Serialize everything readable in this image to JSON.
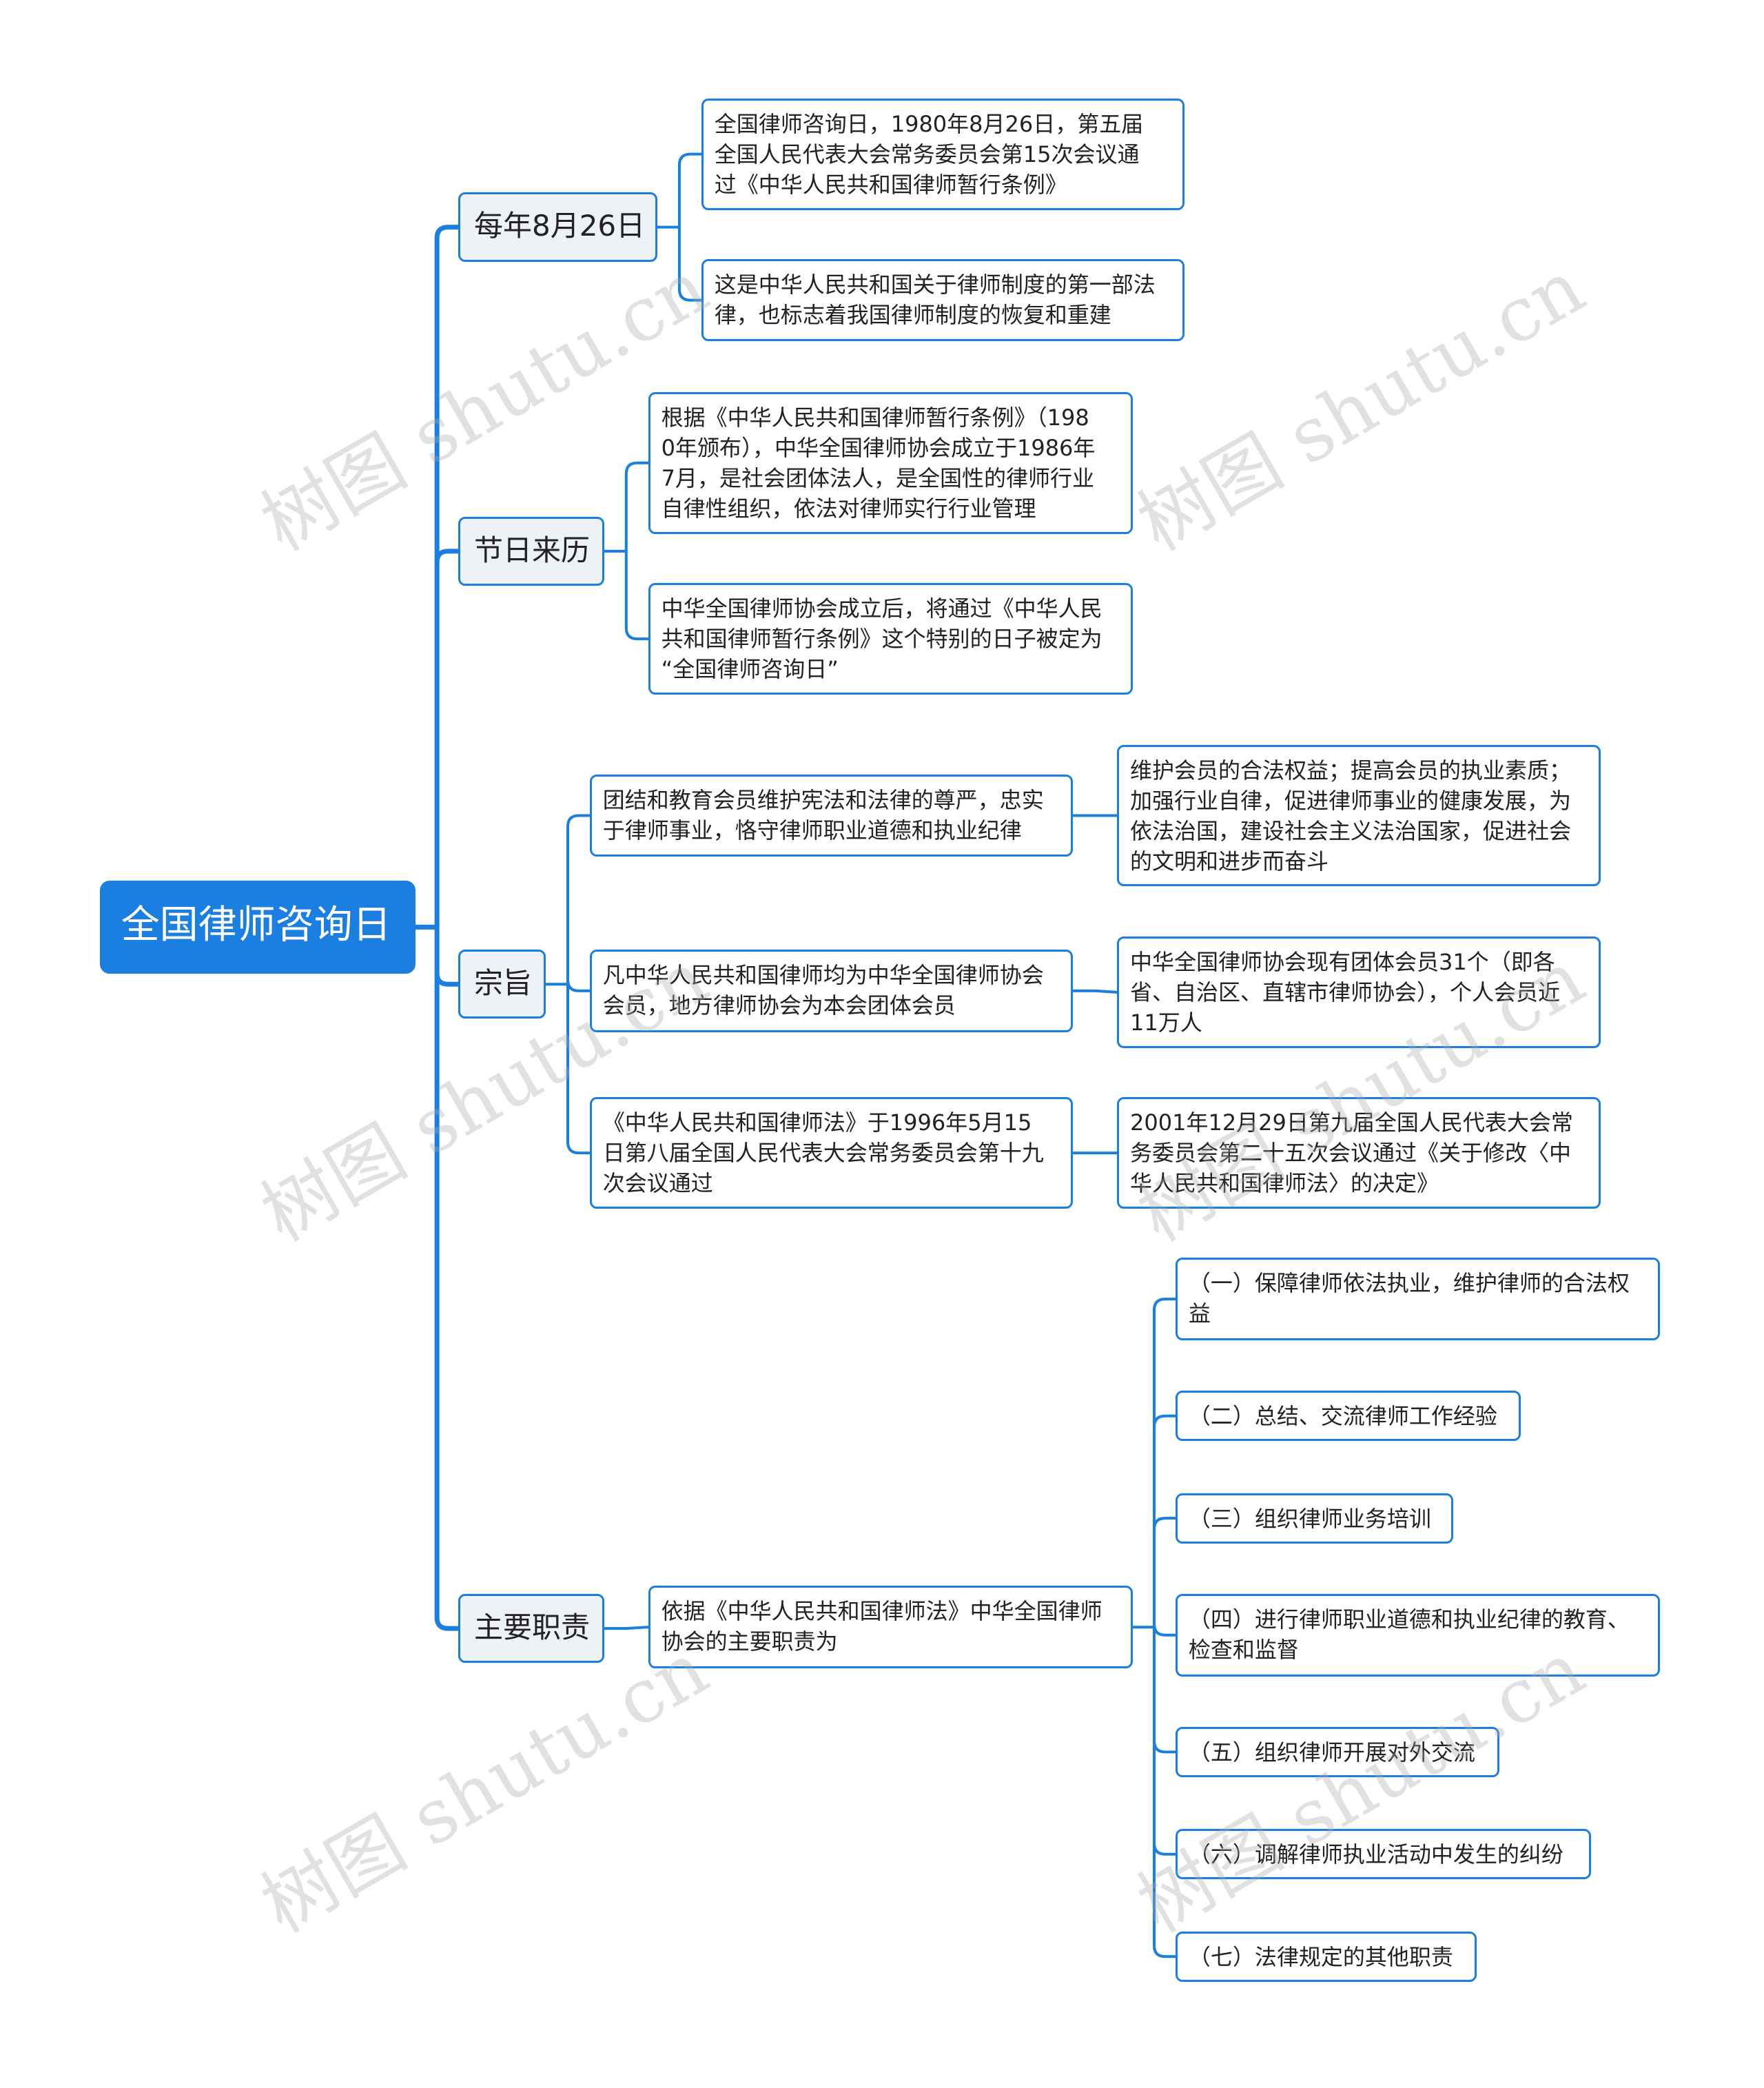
{
  "root": {
    "label": "全国律师咨询日"
  },
  "branches": [
    {
      "label": "每年8月26日",
      "children": [
        {
          "lines": [
            "全国律师咨询日，1980年8月26日，第五届",
            "全国人民代表大会常务委员会第15次会议通",
            "过《中华人民共和国律师暂行条例》"
          ]
        },
        {
          "lines": [
            "这是中华人民共和国关于律师制度的第一部法",
            "律，也标志着我国律师制度的恢复和重建"
          ]
        }
      ]
    },
    {
      "label": "节日来历",
      "children": [
        {
          "lines": [
            "根据《中华人民共和国律师暂行条例》（198",
            "0年颁布），中华全国律师协会成立于1986年",
            "7月，是社会团体法人，是全国性的律师行业",
            "自律性组织，依法对律师实行行业管理"
          ]
        },
        {
          "lines": [
            "中华全国律师协会成立后，将通过《中华人民",
            "共和国律师暂行条例》这个特别的日子被定为",
            "“全国律师咨询日”"
          ]
        }
      ]
    },
    {
      "label": "宗旨",
      "children": [
        {
          "lines": [
            "团结和教育会员维护宪法和法律的尊严，忠实",
            "于律师事业，恪守律师职业道德和执业纪律"
          ],
          "children": [
            {
              "lines": [
                "维护会员的合法权益；提高会员的执业素质；",
                "加强行业自律，促进律师事业的健康发展，为",
                "依法治国，建设社会主义法治国家，促进社会",
                "的文明和进步而奋斗"
              ]
            }
          ]
        },
        {
          "lines": [
            "凡中华人民共和国律师均为中华全国律师协会",
            "会员，地方律师协会为本会团体会员"
          ],
          "children": [
            {
              "lines": [
                "中华全国律师协会现有团体会员31个（即各",
                "省、自治区、直辖市律师协会），个人会员近",
                "11万人"
              ]
            }
          ]
        },
        {
          "lines": [
            "《中华人民共和国律师法》于1996年5月15",
            "日第八届全国人民代表大会常务委员会第十九",
            "次会议通过"
          ],
          "children": [
            {
              "lines": [
                "2001年12月29日第九届全国人民代表大会常",
                "务委员会第二十五次会议通过《关于修改〈中",
                "华人民共和国律师法〉的决定》"
              ]
            }
          ]
        }
      ]
    },
    {
      "label": "主要职责",
      "children": [
        {
          "lines": [
            "依据《中华人民共和国律师法》中华全国律师",
            "协会的主要职责为"
          ],
          "children": [
            {
              "lines": [
                "（一）保障律师依法执业，维护律师的合法权",
                "益"
              ]
            },
            {
              "lines": [
                "（二）总结、交流律师工作经验"
              ]
            },
            {
              "lines": [
                "（三）组织律师业务培训"
              ]
            },
            {
              "lines": [
                "（四）进行律师职业道德和执业纪律的教育、",
                "检查和监督"
              ]
            },
            {
              "lines": [
                "（五）组织律师开展对外交流"
              ]
            },
            {
              "lines": [
                "（六）调解律师执业活动中发生的纠纷"
              ]
            },
            {
              "lines": [
                "（七）法律规定的其他职责"
              ]
            }
          ]
        }
      ]
    }
  ],
  "watermark": {
    "text": "树图 shutu.cn"
  },
  "colors": {
    "accent": "#1a7fe0",
    "branch_fill": "#eef1f6",
    "text": "#222222"
  }
}
